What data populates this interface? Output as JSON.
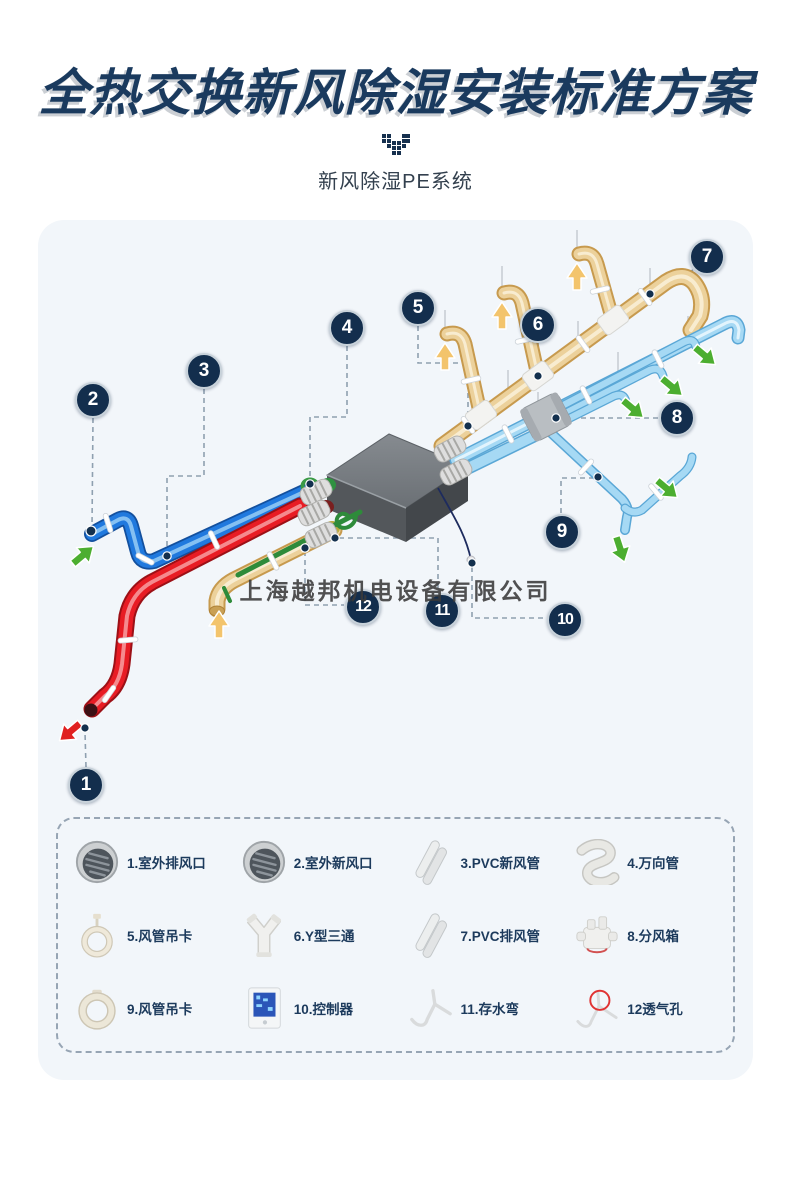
{
  "header": {
    "title": "全热交换新风除湿安装标准方案",
    "subtitle": "新风除湿PE系统",
    "title_color": "#1a3a5e"
  },
  "watermark": {
    "text": "上海越邦机电设备有限公司"
  },
  "diagram": {
    "panel_bg": "#f2f6fa",
    "callouts": [
      {
        "num": "1"
      },
      {
        "num": "2"
      },
      {
        "num": "3"
      },
      {
        "num": "4"
      },
      {
        "num": "5"
      },
      {
        "num": "6"
      },
      {
        "num": "7"
      },
      {
        "num": "8"
      },
      {
        "num": "9"
      },
      {
        "num": "10"
      },
      {
        "num": "11"
      },
      {
        "num": "12"
      }
    ],
    "colors": {
      "callout_navy": "#132e4d",
      "exhaust_pipe_red": "#e81c24",
      "fresh_pipe_blue": "#2079de",
      "supply_pipe_lightblue": "#a6d9f4",
      "exhaust_duct_gold": "#ecd19b",
      "drain_pipe_green": "#2e8b3a",
      "arrow_green": "#4cae30",
      "arrow_tan": "#f3c46c",
      "unit_grey": "#53575b"
    }
  },
  "legend": {
    "items": [
      {
        "label": "1.室外排风口",
        "icon": "vent-dome-icon"
      },
      {
        "label": "2.室外新风口",
        "icon": "vent-dome-icon"
      },
      {
        "label": "3.PVC新风管",
        "icon": "pvc-pipes-icon"
      },
      {
        "label": "4.万向管",
        "icon": "flex-s-pipe-icon"
      },
      {
        "label": "5.风管吊卡",
        "icon": "duct-hanger-icon"
      },
      {
        "label": "6.Y型三通",
        "icon": "y-tee-icon"
      },
      {
        "label": "7.PVC排风管",
        "icon": "pvc-pipes-icon"
      },
      {
        "label": "8.分风箱",
        "icon": "air-distribution-box-icon"
      },
      {
        "label": "9.风管吊卡",
        "icon": "round-clamp-icon"
      },
      {
        "label": "10.控制器",
        "icon": "controller-icon"
      },
      {
        "label": "11.存水弯",
        "icon": "p-trap-icon"
      },
      {
        "label": "12透气孔",
        "icon": "vent-hole-icon"
      }
    ]
  }
}
